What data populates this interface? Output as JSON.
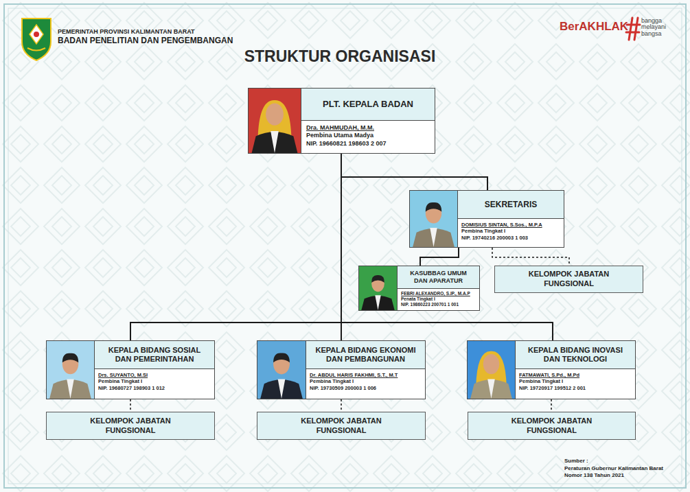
{
  "diagram": {
    "title": "STRUKTUR ORGANISASI",
    "nodes": [
      {
        "text": [
          "PLT. KEPALA BADAN",
          "Dra. MAHMUDAH, M.M.",
          "Pembina Utama Madya",
          "NIP. 19660821 198603 2 007"
        ]
      },
      {
        "text": [
          "SEKRETARIS",
          "DOMISIUS SINTAN, S.Sos., M.P.A",
          "Pembina Tingkat I",
          "NIP. 19740216 200003 1 003"
        ]
      },
      {
        "text": [
          "KASUBBAG UMUM DAN APARATUR",
          "FEBRI ALEXANDRO, S.IP., M.A.P",
          "Penata Tingkat I",
          "NIP. 19860223 200701 1 001"
        ]
      },
      {
        "text": [
          "KELOMPOK JABATAN FUNGSIONAL"
        ]
      },
      {
        "text": [
          "KEPALA BIDANG SOSIAL DAN PEMERINTAHAN",
          "Drs. SUYANTO, M.SI",
          "Pembina Tingkat I",
          "NIP. 19680727 198903 1 012"
        ]
      },
      {
        "text": [
          "KEPALA BIDANG EKONOMI DAN PEMBANGUNAN",
          "Dr. ABDUL HARIS FAKHMI, S.T., M.T",
          "Pembina Tingkat I",
          "NIP. 19730509 200003 1 006"
        ]
      },
      {
        "text": [
          "KEPALA BIDANG INOVASI DAN TEKNOLOGI",
          "FATMAWATI, S.Pd., M.Pd",
          "Pembina Tingkat I",
          "NIP. 19720917 199512 2 001"
        ]
      },
      {
        "text": [
          "KELOMPOK JABATAN FUNGSIONAL"
        ]
      },
      {
        "text": [
          "KELOMPOK JABATAN FUNGSIONAL"
        ]
      },
      {
        "text": [
          "KELOMPOK JABATAN FUNGSIONAL"
        ]
      }
    ],
    "edges": [
      {
        "from": 0,
        "to": 1,
        "arrow": "none"
      },
      {
        "from": 1,
        "to": 2,
        "arrow": "none"
      },
      {
        "from": 1,
        "to": 3,
        "arrow": "none"
      },
      {
        "from": 0,
        "to": 4,
        "arrow": "none"
      },
      {
        "from": 0,
        "to": 5,
        "arrow": "none"
      },
      {
        "from": 0,
        "to": 6,
        "arrow": "none"
      },
      {
        "from": 4,
        "to": 7,
        "arrow": "none"
      },
      {
        "from": 5,
        "to": 8,
        "arrow": "none"
      },
      {
        "from": 6,
        "to": 9,
        "arrow": "none"
      }
    ],
    "labels": [
      "PEMERINTAH PROVINSI KALIMANTAN BARAT",
      "BADAN PENELITIAN DAN PENGEMBANGAN",
      "BerAKHLAK",
      "bangga melayani bangsa",
      "Sumber :",
      "Peraturan Gubernur Kalimantan Barat Nomor 138 Tahun 2021"
    ]
  }
}
